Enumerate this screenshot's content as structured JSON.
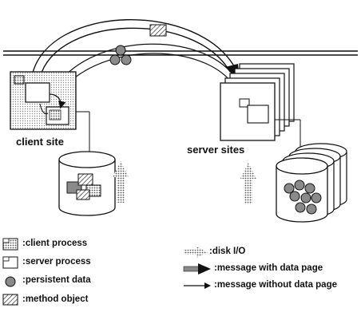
{
  "labels": {
    "client_site": "client site",
    "server_sites": "server sites"
  },
  "legend_left": [
    {
      "icon": "client-process-icon",
      "text": ":client process"
    },
    {
      "icon": "server-process-icon",
      "text": ":server process"
    },
    {
      "icon": "persistent-data-icon",
      "text": ":persistent data"
    },
    {
      "icon": "method-object-icon",
      "text": ":method object"
    }
  ],
  "legend_right": [
    {
      "icon": "disk-io-arrow-icon",
      "text": ":disk I/O"
    },
    {
      "icon": "data-page-message-arrow-icon",
      "text": ":message with data page"
    },
    {
      "icon": "plain-message-arrow-icon",
      "text": ":message without data page"
    }
  ],
  "colors": {
    "ink": "#111111",
    "stipple": "#9a9a9a",
    "light_stipple": "#cfcfcf"
  }
}
